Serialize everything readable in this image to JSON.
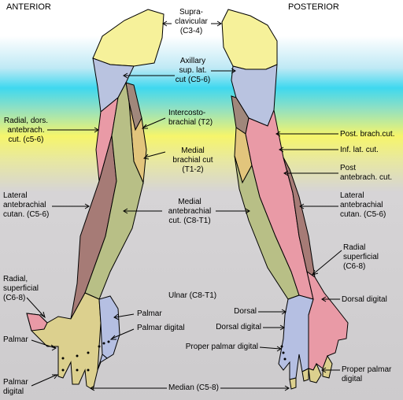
{
  "headers": {
    "anterior": "ANTERIOR",
    "posterior": "POSTERIOR"
  },
  "labels": {
    "supraclavicular": [
      "Supra-",
      "clavicular",
      "(C3-4)"
    ],
    "axillary": [
      "Axillary",
      "sup. lat.",
      "cut (C5-6)"
    ],
    "intercostobrachial": [
      "Intercosto-",
      "brachial (T2)"
    ],
    "medial_brachial": [
      "Medial",
      "brachial cut",
      "(T1-2)"
    ],
    "medial_antebrachial": [
      "Medial",
      "antebrachial",
      "cut. (C8-T1)"
    ],
    "ulnar": "Ulnar (C8-T1)",
    "median": "Median (C5-8)",
    "radial_dors_antebrach": [
      "Radial, dors.",
      "antebrach.",
      "cut. (c5-6)"
    ],
    "lateral_antebrachial_left": [
      "Lateral",
      "antebrachial",
      "cutan. (C5-6)"
    ],
    "radial_superficial_left": [
      "Radial,",
      "superficial",
      "(C6-8)"
    ],
    "palmar_left": "Palmar",
    "palmar_digital_left": [
      "Palmar",
      "digital"
    ],
    "palmar_hand": "Palmar",
    "palmar_digital_hand": "Palmar digital",
    "post_brach_cut": "Post. brach.cut.",
    "inf_lat_cut": "Inf. lat. cut.",
    "post_antebrach_cut": [
      "Post",
      "antebrach. cut."
    ],
    "lateral_antebrachial_right": [
      "Lateral",
      "antebrachial",
      "cutan. (C5-6)"
    ],
    "radial_superficial_right": [
      "Radial",
      "superficial",
      "(C6-8)"
    ],
    "dorsal_digital_right": "Dorsal digital",
    "dorsal": "Dorsal",
    "dorsal_digital_mid": "Dorsal digital",
    "proper_palmar_digital_mid": "Proper palmar digital",
    "proper_palmar_digital_right": [
      "Proper palmar",
      "digital"
    ]
  },
  "colors": {
    "supraclavicular": "#f6f19a",
    "axillary": "#b9c3e0",
    "radial": "#e99aa6",
    "lateral_antebrachial": "#a67b76",
    "medial_antebrachial": "#b8bf86",
    "median": "#dcd08e",
    "intercostobrachial": "#a0877b",
    "medial_brachial": "#e2c57c",
    "ulnar": "#b5bfe2"
  }
}
